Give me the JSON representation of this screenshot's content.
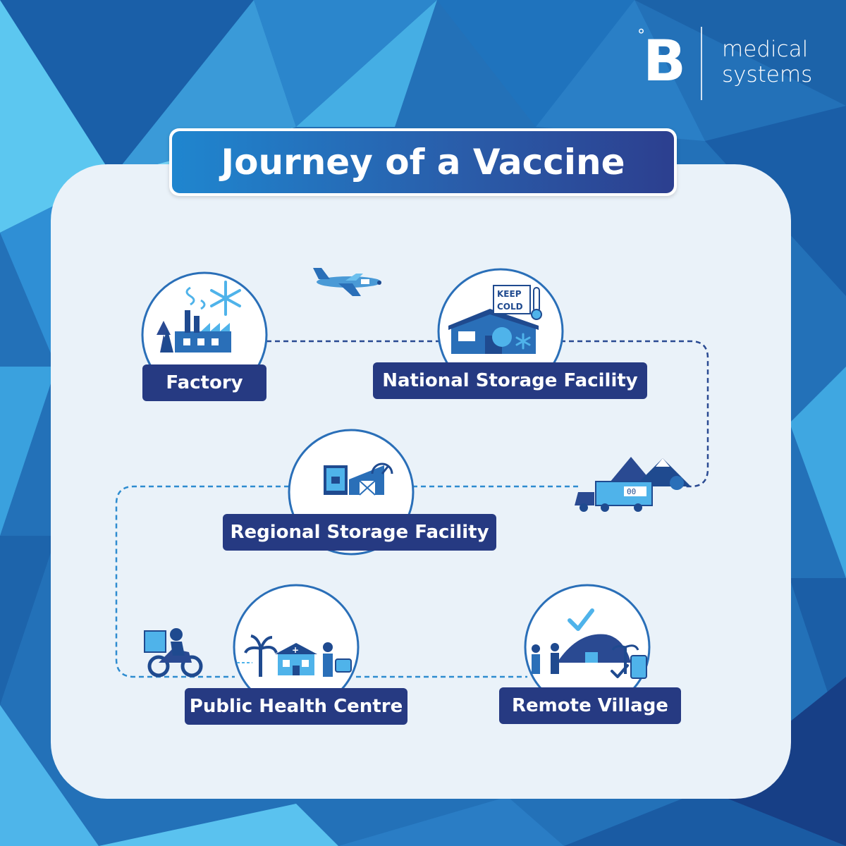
{
  "brand": {
    "logo_letter": "B",
    "logo_degree": "°",
    "name_line1": "medical",
    "name_line2": "systems"
  },
  "title": "Journey of a Vaccine",
  "stages": {
    "factory": "Factory",
    "national": "National Storage Facility",
    "regional": "Regional Storage Facility",
    "health_centre": "Public Health Centre",
    "village": "Remote Village"
  },
  "signs": {
    "keep_cold_line1": "KEEP",
    "keep_cold_line2": "COLD",
    "truck_display": "00"
  },
  "colors": {
    "dark_navy": "#263a82",
    "accent_blue": "#2a6fb8",
    "light_blue": "#4fb3ea",
    "panel": "#eaf2f9"
  }
}
